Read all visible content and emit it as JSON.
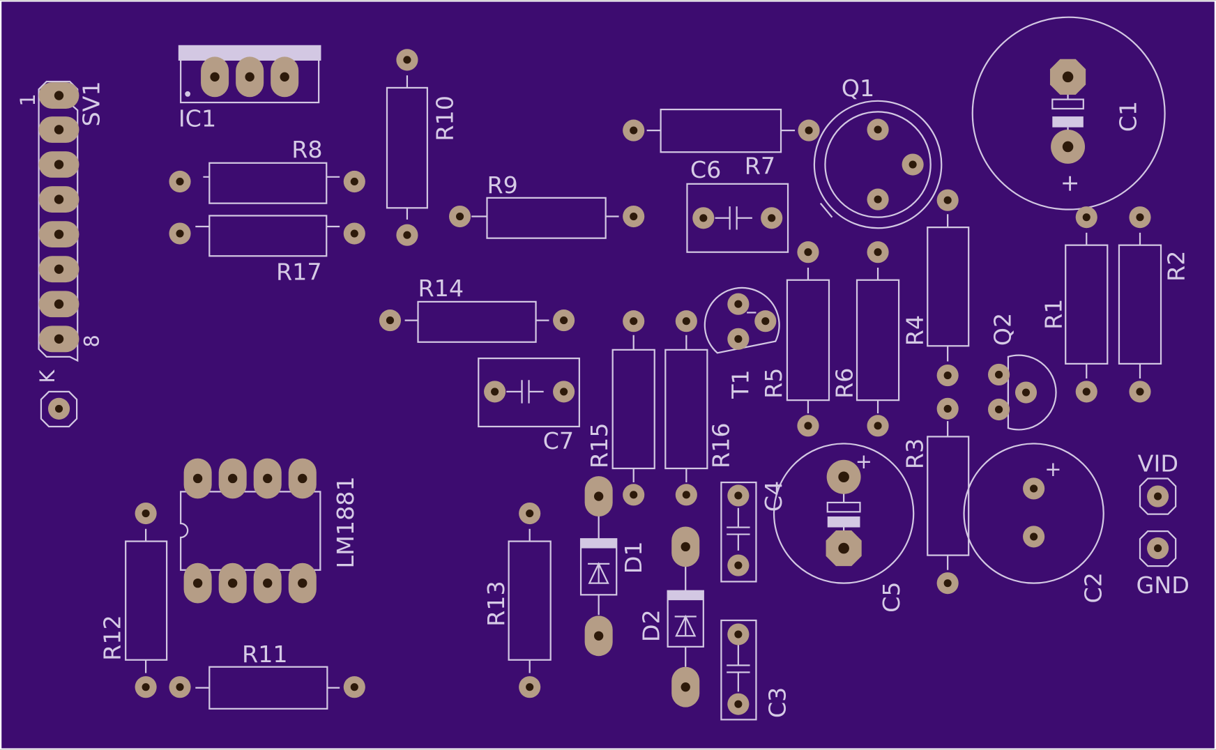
{
  "colors": {
    "board": "#3d0c70",
    "silk": "#d3c8e3",
    "pad": "#b59d86",
    "hole": "#2d1a0a",
    "border": "#ffffff"
  },
  "labels": {
    "sv1": "SV1",
    "sv1_pin1": "1",
    "sv1_pin8": "8",
    "k": "K",
    "ic1": "IC1",
    "r8": "R8",
    "r17": "R17",
    "r10": "R10",
    "r9": "R9",
    "r14": "R14",
    "c7": "C7",
    "c6": "C6",
    "r7": "R7",
    "q1": "Q1",
    "c1": "C1",
    "c1_plus": "+",
    "r1": "R1",
    "r2": "R2",
    "r4": "R4",
    "q2": "Q2",
    "t1": "T1",
    "r5": "R5",
    "r6": "R6",
    "r15": "R15",
    "r16": "R16",
    "c4": "C4",
    "c5": "C5",
    "c5_plus": "+",
    "r3": "R3",
    "c2": "C2",
    "c2_plus": "+",
    "vid": "VID",
    "gnd": "GND",
    "lm1881": "LM1881",
    "r12": "R12",
    "r11": "R11",
    "r13": "R13",
    "d1": "D1",
    "d2": "D2",
    "c3": "C3"
  }
}
